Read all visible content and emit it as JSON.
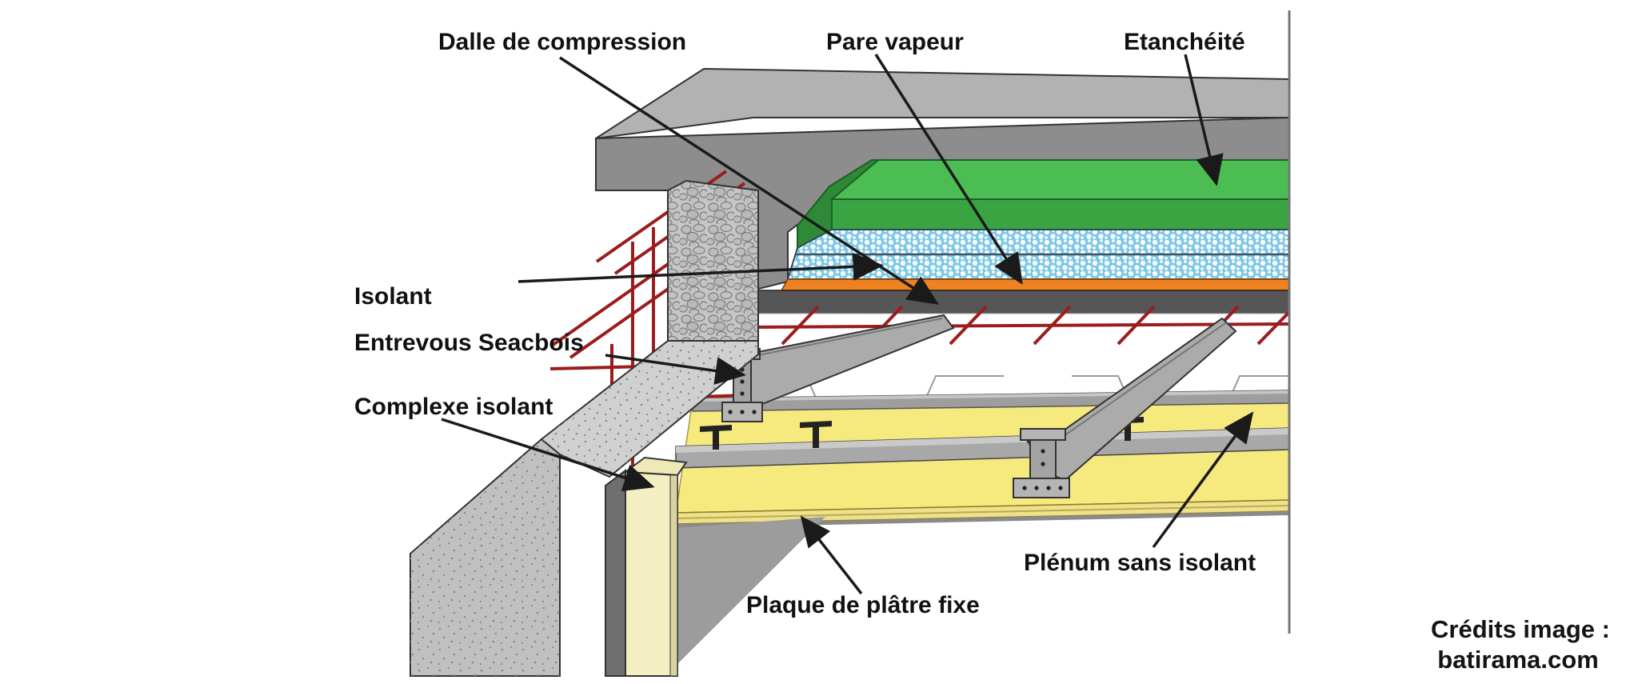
{
  "page": {
    "background": "#ffffff"
  },
  "diagram": {
    "labels": {
      "dalle": "Dalle de compression",
      "pare_vapeur": "Pare vapeur",
      "etancheite": "Etanchéité",
      "isolant": "Isolant",
      "entrevous": "Entrevous Seacbois",
      "complexe": "Complexe isolant",
      "plaque": "Plaque de plâtre fixe",
      "plenum": "Plénum sans isolant"
    },
    "layers": [
      {
        "name": "Etanchéité",
        "color": "#3aa342"
      },
      {
        "name": "Isolant",
        "color": "#7ec9e8"
      },
      {
        "name": "Pare vapeur",
        "color": "#ef8220"
      },
      {
        "name": "Dalle de compression",
        "color": "#565656"
      },
      {
        "name": "Entrevous Seacbois",
        "color": "#ffffff"
      },
      {
        "name": "Complexe isolant",
        "color": "#f4efc3"
      },
      {
        "name": "Plaque de plâtre fixe",
        "color": "#f6e97e"
      }
    ],
    "colors": {
      "green_top": "#4cbd52",
      "green_front": "#3aa342",
      "green_dark": "#2e8a37",
      "blue_base": "#7ec9e8",
      "orange": "#ef8220",
      "slab_dark": "#565656",
      "yellow_top": "#f6e97e",
      "yellow_edge": "#efe08a",
      "cream": "#f4efc3",
      "concrete": "#c0c0c0",
      "concrete_top": "#d0d0d0",
      "roof_top": "#b2b2b2",
      "roof_inner": "#8d8d8d",
      "steel": "#ababab",
      "rebar": "#9b1c1c",
      "arrow": "#1a1a1a"
    }
  },
  "credits": {
    "line1": "Crédits image :",
    "line2": "batirama.com"
  }
}
